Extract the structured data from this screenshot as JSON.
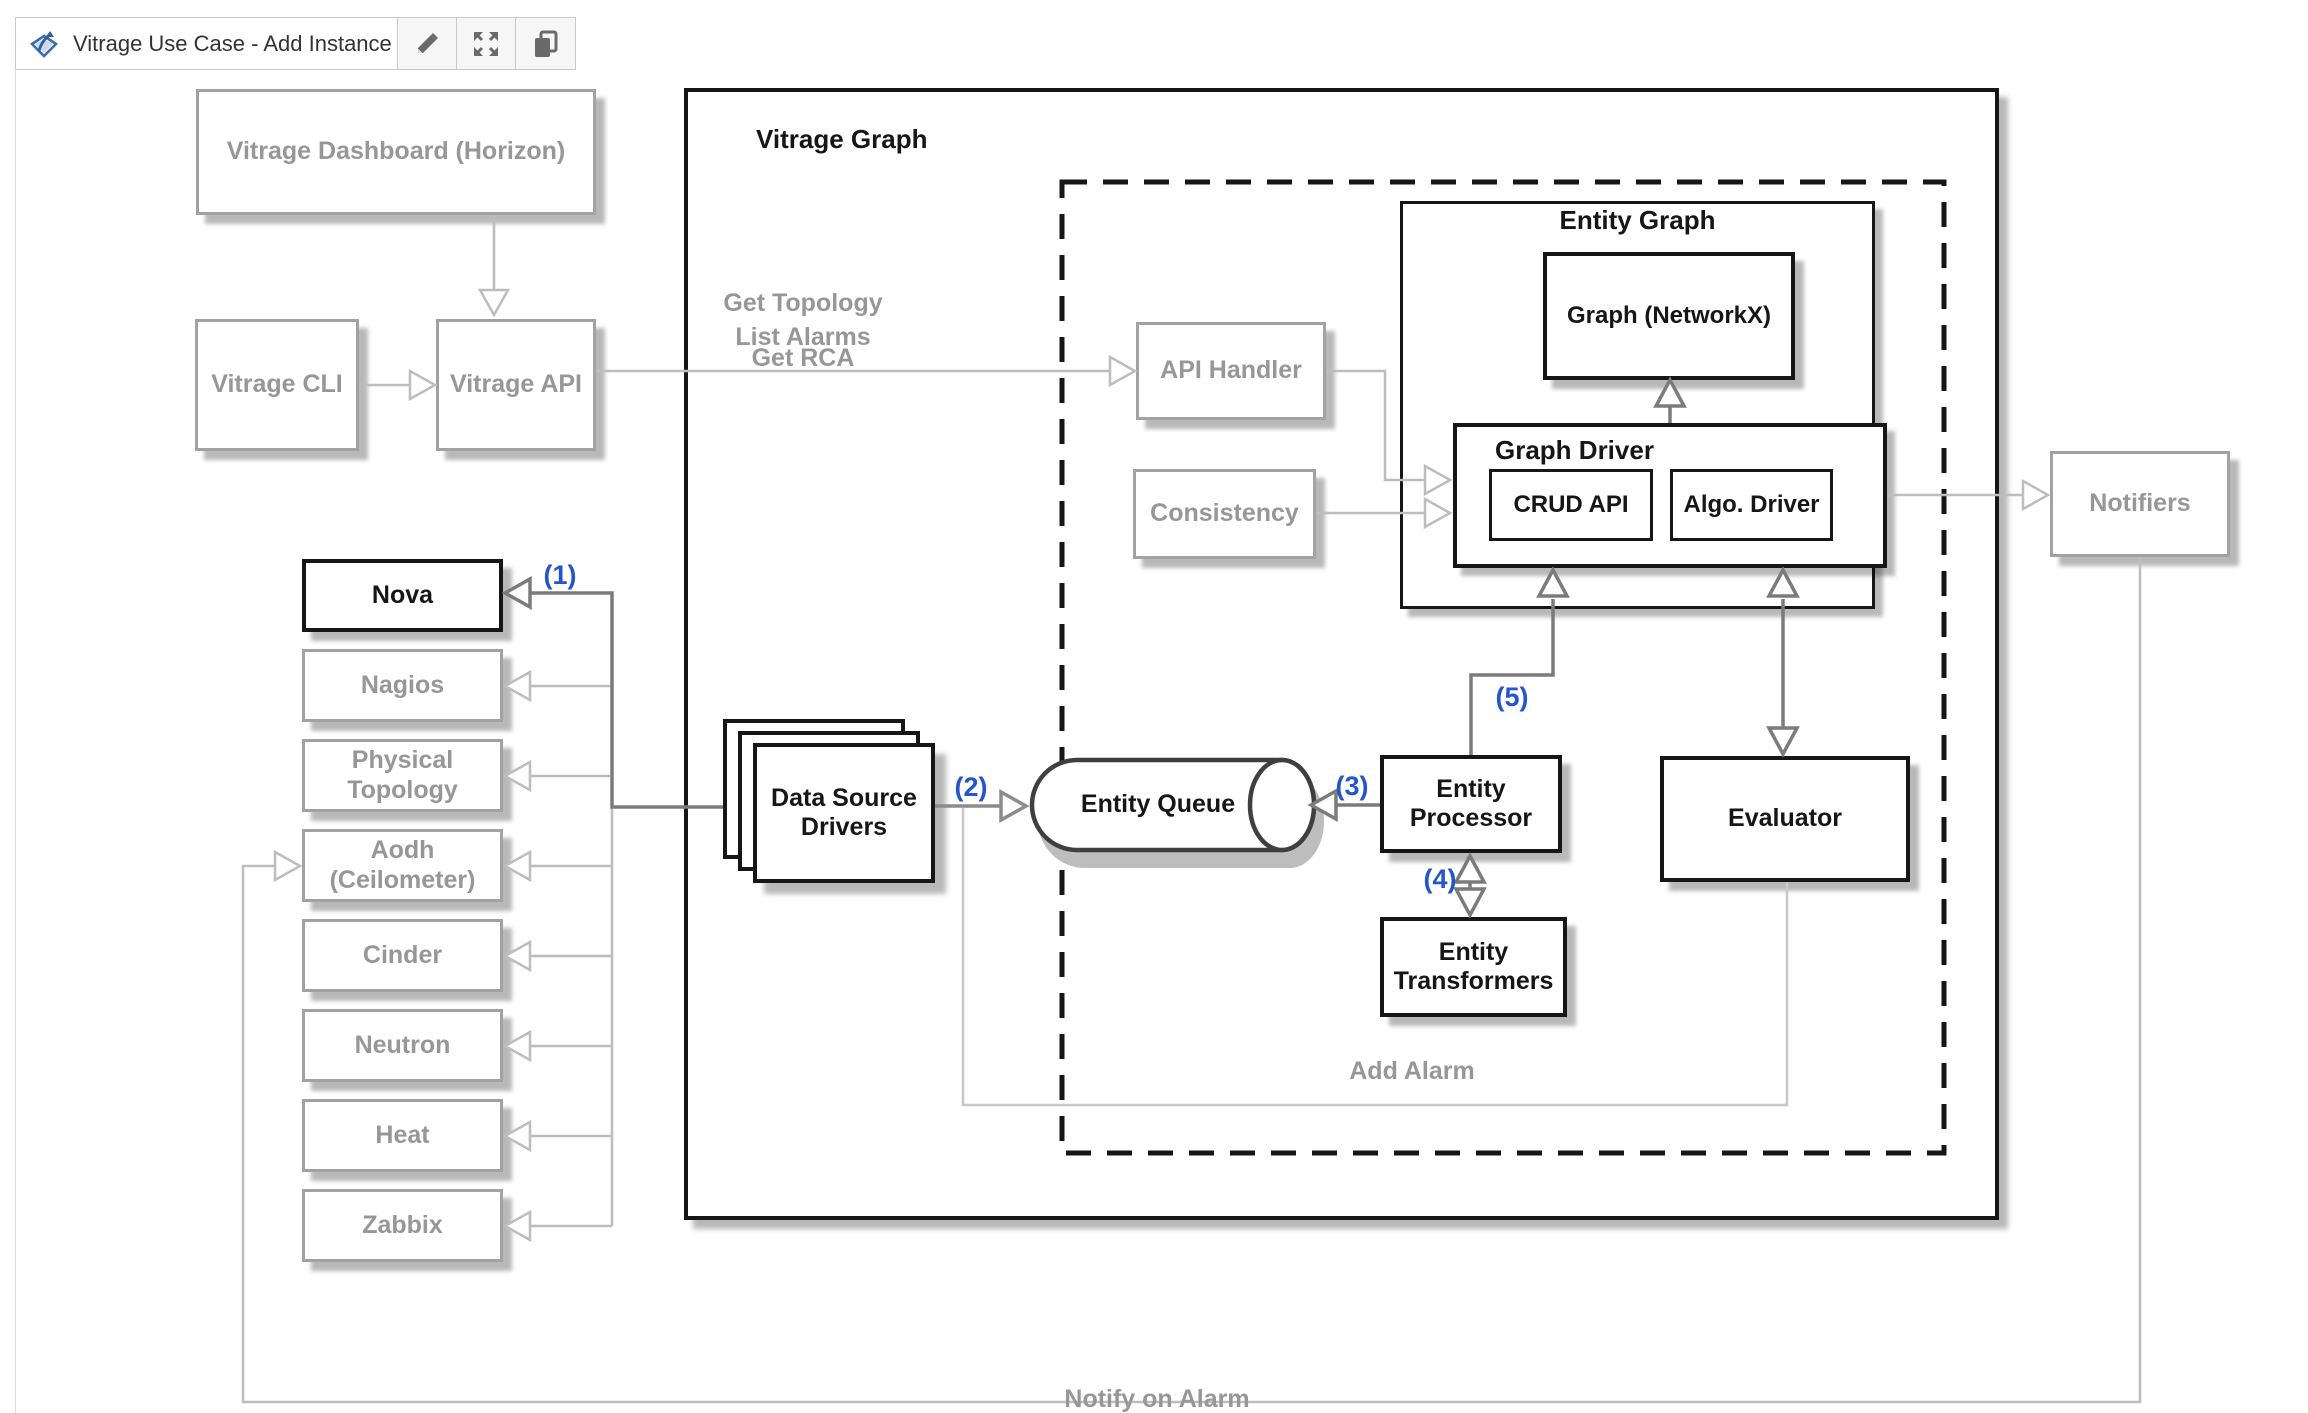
{
  "toolbar": {
    "title": "Vitrage Use Case - Add Instance",
    "logo_icon": "vitrage-diamond-logo",
    "buttons": {
      "edit": "edit-pencil",
      "fullscreen": "expand-arrows",
      "copy": "copy-pages"
    }
  },
  "colors": {
    "accent_blue": "#2456c9",
    "gray_text": "#979797",
    "gray_border": "#a2a2a2",
    "black_ink": "#161616",
    "connector_light": "#bdbdbd",
    "connector_dark": "#7b7b7b"
  },
  "diagram": {
    "groups": {
      "vitrage_graph": "Vitrage Graph",
      "entity_graph": "Entity Graph",
      "graph_driver": "Graph Driver"
    },
    "nodes": {
      "dashboard": "Vitrage Dashboard (Horizon)",
      "cli": "Vitrage CLI",
      "api": "Vitrage API",
      "api_handler": "API Handler",
      "consistency": "Consistency",
      "graph_networkx": "Graph (NetworkX)",
      "crud_api": "CRUD API",
      "algo_driver": "Algo. Driver",
      "notifiers": "Notifiers",
      "nova": "Nova",
      "nagios": "Nagios",
      "physical_topology": "Physical Topology",
      "aodh": "Aodh (Ceilometer)",
      "cinder": "Cinder",
      "neutron": "Neutron",
      "heat": "Heat",
      "zabbix": "Zabbix",
      "data_source_drivers": "Data Source Drivers",
      "entity_queue": "Entity Queue",
      "entity_processor": "Entity Processor",
      "entity_transformers": "Entity Transformers",
      "evaluator": "Evaluator"
    },
    "edge_labels": {
      "get_topology": "Get Topology",
      "list_alarms": "List Alarms",
      "get_rca": "Get RCA",
      "add_alarm": "Add Alarm",
      "notify_on_alarm": "Notify on Alarm"
    },
    "steps": {
      "s1": "(1)",
      "s2": "(2)",
      "s3": "(3)",
      "s4": "(4)",
      "s5": "(5)"
    }
  }
}
